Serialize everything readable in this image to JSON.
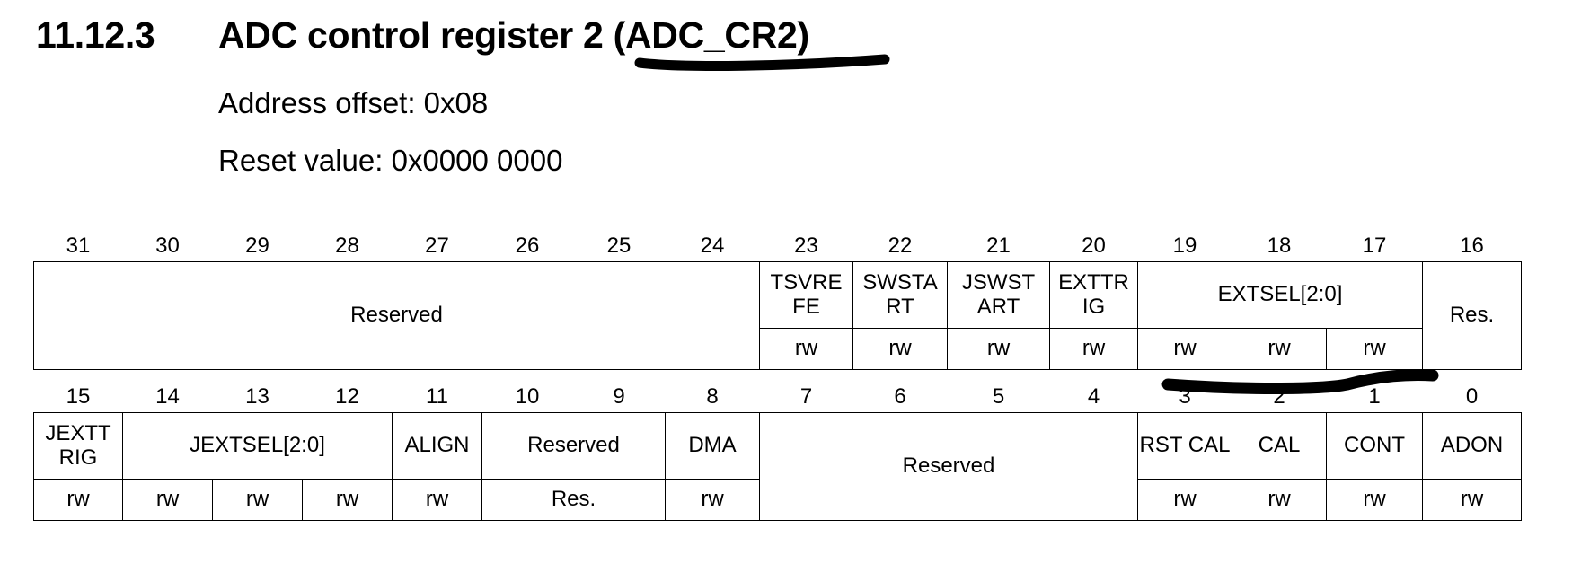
{
  "section": {
    "number": "11.12.3",
    "title": "ADC control register 2 (ADC_CR2)",
    "address_offset": "Address offset: 0x08",
    "reset_value": "Reset value: 0x0000 0000"
  },
  "high": {
    "bits": [
      "31",
      "30",
      "29",
      "28",
      "27",
      "26",
      "25",
      "24",
      "23",
      "22",
      "21",
      "20",
      "19",
      "18",
      "17",
      "16"
    ],
    "fields": {
      "reserved": "Reserved",
      "tsvrefe": "TSVRE FE",
      "swstart": "SWSTA RT",
      "jswstart": "JSWST ART",
      "exttrig": "EXTTR IG",
      "extsel": "EXTSEL[2:0]",
      "res16": "Res."
    },
    "access": {
      "tsvrefe": "rw",
      "swstart": "rw",
      "jswstart": "rw",
      "exttrig": "rw",
      "extsel2": "rw",
      "extsel1": "rw",
      "extsel0": "rw"
    }
  },
  "low": {
    "bits": [
      "15",
      "14",
      "13",
      "12",
      "11",
      "10",
      "9",
      "8",
      "7",
      "6",
      "5",
      "4",
      "3",
      "2",
      "1",
      "0"
    ],
    "fields": {
      "jexttrig": "JEXTT RIG",
      "jextsel": "JEXTSEL[2:0]",
      "align": "ALIGN",
      "reserved_10_9": "Reserved",
      "dma": "DMA",
      "reserved_7_4": "Reserved",
      "rstcal": "RST CAL",
      "cal": "CAL",
      "cont": "CONT",
      "adon": "ADON"
    },
    "access": {
      "jexttrig": "rw",
      "jextsel2": "rw",
      "jextsel1": "rw",
      "jextsel0": "rw",
      "align": "rw",
      "reserved_10_9": "Res.",
      "dma": "rw",
      "rstcal": "rw",
      "cal": "rw",
      "cont": "rw",
      "adon": "rw"
    }
  },
  "annotation_color": "#000000"
}
